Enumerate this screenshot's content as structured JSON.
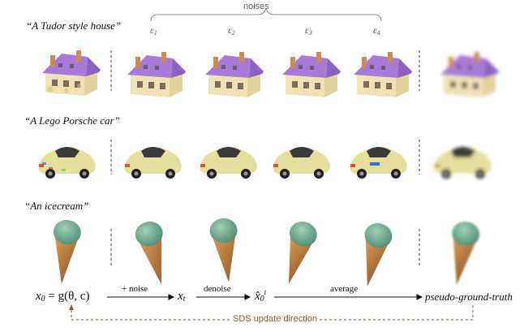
{
  "prompts": [
    "“A Tudor style house”",
    "“A Lego Porsche car”",
    "“An icecream”"
  ],
  "noises_label": "noises",
  "eps": [
    "ε",
    "ε",
    "ε",
    "ε"
  ],
  "eps_subs": [
    "1",
    "2",
    "3",
    "4"
  ],
  "equation": {
    "x0": "x",
    "x0_sub": "0",
    "eq": "= g(θ, c)",
    "plus_noise": "+ noise",
    "xt": "x",
    "xt_sub": "t",
    "denoise": "denoise",
    "xhat": "x̂",
    "xhat_sub": "0",
    "xhat_sup": "t",
    "average": "average",
    "pgt": "pseudo-ground-truth"
  },
  "sds_label": "SDS update direction",
  "colors": {
    "roof_purple": "#a879d6",
    "wall_cream": "#efe3b6",
    "car_yellow": "#e4df9e",
    "ice_green": "#6fae94",
    "cone_brown": "#b9793a",
    "sds_brown": "#8a5a2b"
  }
}
